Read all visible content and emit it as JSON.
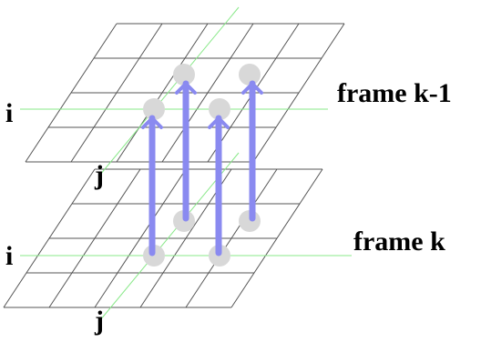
{
  "labels": {
    "top_frame": "frame k-1",
    "bottom_frame": "frame k",
    "top_row_axis": "i",
    "top_col_axis": "j",
    "bottom_row_axis": "i",
    "bottom_col_axis": "j"
  },
  "colors": {
    "grid_line": "#555555",
    "axis_line": "#88e888",
    "arrow": "#8a8af0",
    "node": "#d8d8d8",
    "text": "#000000"
  },
  "planes": {
    "rows": 4,
    "cols": 5
  }
}
